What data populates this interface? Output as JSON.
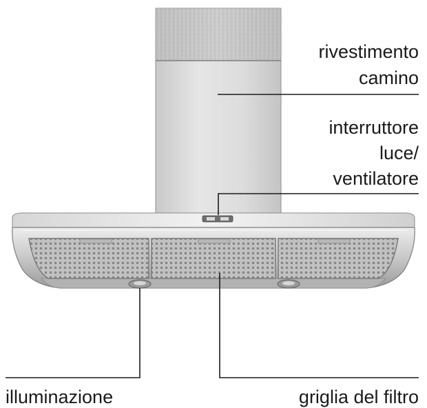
{
  "labels": {
    "chimney_cover": {
      "line1": "rivestimento",
      "line2": "camino"
    },
    "switch": {
      "line1": "interruttore",
      "line2": "luce/",
      "line3": "ventilatore"
    },
    "lighting": "illuminazione",
    "filter_grille": "griglia del filtro"
  },
  "colors": {
    "leader_line": "#1a1a1a",
    "steel_light": "#e4e4e4",
    "steel_dark": "#9a9a9a",
    "mesh": "#8c8c8c"
  }
}
